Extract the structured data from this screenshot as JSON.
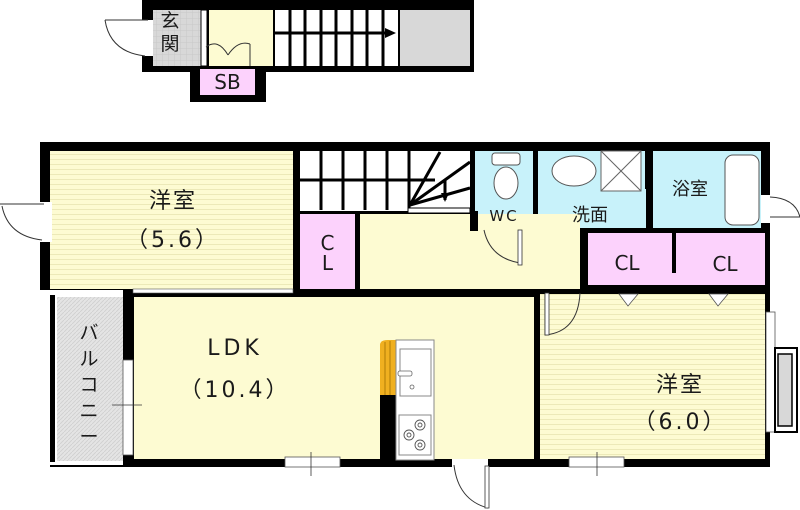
{
  "floor_plan": {
    "upper_section": {
      "entrance": {
        "label": "玄関"
      },
      "shoe_box": {
        "label": "SB"
      }
    },
    "rooms": {
      "western_room_1": {
        "name": "洋室",
        "size": "（5.6）"
      },
      "closet_small": {
        "label_line1": "C",
        "label_line2": "L"
      },
      "toilet": {
        "label": "WC"
      },
      "washroom": {
        "label": "洗面"
      },
      "bathroom": {
        "label": "浴室"
      },
      "closet_left": {
        "label": "CL"
      },
      "closet_right": {
        "label": "CL"
      },
      "ldk": {
        "name": "LDK",
        "size": "（10.4）"
      },
      "balcony": {
        "label": "バルコニー"
      },
      "western_room_2": {
        "name": "洋室",
        "size": "（6.0）"
      }
    },
    "colors": {
      "wall": "#000000",
      "room_floor": "#fdfbd2",
      "wet_area": "#c8f2fa",
      "closet": "#fcd2fc",
      "balcony": "#e0e0e0",
      "kitchen_counter": "#f0b020",
      "entrance_floor": "#d8d8d8"
    }
  }
}
